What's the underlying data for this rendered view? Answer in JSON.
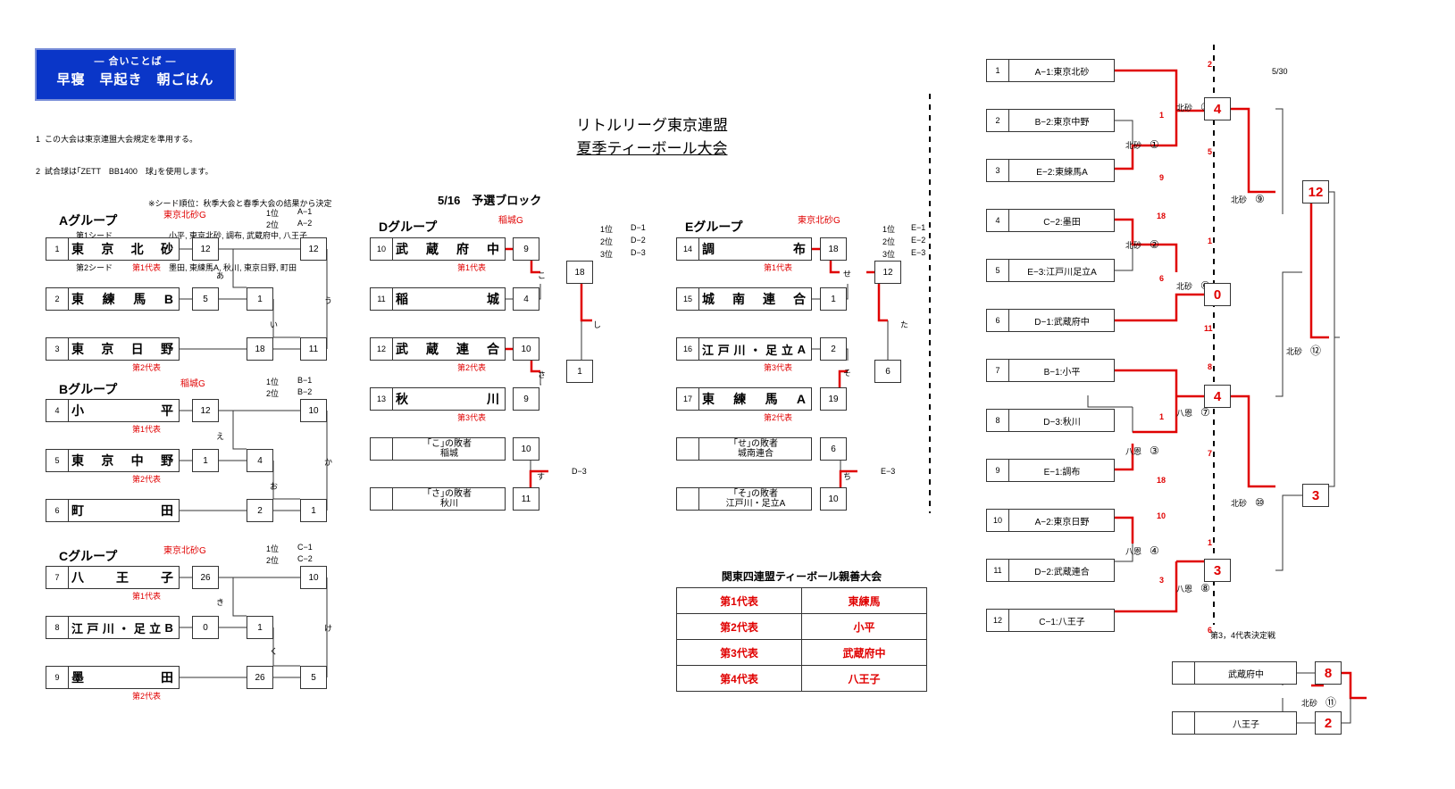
{
  "motto": {
    "small": "― 合いことば ―",
    "large": "早寝　早起き　朝ごはん"
  },
  "rules": [
    "1  この大会は東京連盟大会規定を準用する。",
    "2  試合球は｢ZETT　BB1400　球｣を使用します。",
    "　　　　　　　　　　　　　　※シード順位：秋季大会と春季大会の結果から決定",
    "　　　　　第1シード　　　　　　　小平, 東京北砂, 調布, 武蔵府中, 八王子",
    "　　　　　第2シード　　　　　　　墨田, 東練馬A, 秋川, 東京日野, 町田"
  ],
  "title": {
    "line1": "リトルリーグ東京連盟",
    "line2": "夏季ティーボール大会"
  },
  "block_title": "5/16　予選ブロック",
  "colors": {
    "accent_red": "#e00000",
    "motto_blue": "#0a36c8"
  },
  "groups": {
    "A": {
      "label": "Aグループ",
      "venue": "東京北砂G",
      "rank1": "1位",
      "rank2": "2位",
      "rank1v": "A−1",
      "rank2v": "A−2",
      "teams": [
        {
          "no": "1",
          "name": "東京北砂",
          "rep": "第1代表"
        },
        {
          "no": "2",
          "name": "東練馬B",
          "rep": ""
        },
        {
          "no": "3",
          "name": "東京日野",
          "rep": "第2代表"
        }
      ],
      "scores": [
        "12",
        "5",
        "1",
        "18",
        "12",
        "11"
      ],
      "games": [
        "あ",
        "い",
        "う"
      ]
    },
    "B": {
      "label": "Bグループ",
      "venue": "稲城G",
      "rank1": "1位",
      "rank2": "2位",
      "rank1v": "B−1",
      "rank2v": "B−2",
      "teams": [
        {
          "no": "4",
          "name": "小平",
          "rep": "第1代表"
        },
        {
          "no": "5",
          "name": "東京中野",
          "rep": "第2代表"
        },
        {
          "no": "6",
          "name": "町田",
          "rep": ""
        }
      ],
      "scores": [
        "12",
        "1",
        "4",
        "2",
        "10",
        "1"
      ],
      "games": [
        "え",
        "お",
        "か"
      ]
    },
    "C": {
      "label": "Cグループ",
      "venue": "東京北砂G",
      "rank1": "1位",
      "rank2": "2位",
      "rank1v": "C−1",
      "rank2v": "C−2",
      "teams": [
        {
          "no": "7",
          "name": "八王子",
          "rep": "第1代表"
        },
        {
          "no": "8",
          "name": "江戸川・足立B",
          "rep": ""
        },
        {
          "no": "9",
          "name": "墨田",
          "rep": "第2代表"
        }
      ],
      "scores": [
        "26",
        "0",
        "1",
        "26",
        "10",
        "5"
      ],
      "games": [
        "き",
        "く",
        "け"
      ]
    },
    "D": {
      "label": "Dグループ",
      "venue": "稲城G",
      "r1": "1位",
      "r2": "2位",
      "r3": "3位",
      "r1v": "D−1",
      "r2v": "D−2",
      "r3v": "D−3",
      "teams": [
        {
          "no": "10",
          "name": "武蔵府中",
          "rep": "第1代表"
        },
        {
          "no": "11",
          "name": "稲城",
          "rep": ""
        },
        {
          "no": "12",
          "name": "武蔵連合",
          "rep": "第2代表"
        },
        {
          "no": "13",
          "name": "秋川",
          "rep": "第3代表"
        }
      ],
      "scores": [
        "9",
        "4",
        "10",
        "9",
        "18",
        "1"
      ],
      "games": [
        "こ",
        "さ",
        "し"
      ],
      "loser1": {
        "l1": "｢こ｣の敗者",
        "l2": "稲城"
      },
      "loser2": {
        "l1": "｢さ｣の敗者",
        "l2": "秋川"
      },
      "loser_scores": [
        "10",
        "11"
      ],
      "loser_game": "す",
      "loser_result": "D−3"
    },
    "E": {
      "label": "Eグループ",
      "venue": "東京北砂G",
      "r1": "1位",
      "r2": "2位",
      "r3": "3位",
      "r1v": "E−1",
      "r2v": "E−2",
      "r3v": "E−3",
      "teams": [
        {
          "no": "14",
          "name": "調布",
          "rep": "第1代表"
        },
        {
          "no": "15",
          "name": "城南連合",
          "rep": ""
        },
        {
          "no": "16",
          "name": "江戸川・足立A",
          "rep": "第3代表"
        },
        {
          "no": "17",
          "name": "東練馬A",
          "rep": "第2代表"
        }
      ],
      "scores": [
        "18",
        "1",
        "2",
        "19",
        "12",
        "6"
      ],
      "games": [
        "せ",
        "そ",
        "た"
      ],
      "loser1": {
        "l1": "｢せ｣の敗者",
        "l2": "城南連合"
      },
      "loser2": {
        "l1": "｢そ｣の敗者",
        "l2": "江戸川・足立A"
      },
      "loser_scores": [
        "6",
        "10"
      ],
      "loser_game": "ち",
      "loser_result": "E−3"
    }
  },
  "kanto": {
    "title": "関東四連盟ティーボール親善大会",
    "rows": [
      {
        "rep": "第1代表",
        "team": "東練馬"
      },
      {
        "rep": "第2代表",
        "team": "小平"
      },
      {
        "rep": "第3代表",
        "team": "武蔵府中"
      },
      {
        "rep": "第4代表",
        "team": "八王子"
      }
    ]
  },
  "final": {
    "date": "5/30",
    "teams": [
      {
        "no": "1",
        "name": "A−1:東京北砂"
      },
      {
        "no": "2",
        "name": "B−2:東京中野"
      },
      {
        "no": "3",
        "name": "E−2:東練馬A"
      },
      {
        "no": "4",
        "name": "C−2:墨田"
      },
      {
        "no": "5",
        "name": "E−3:江戸川足立A"
      },
      {
        "no": "6",
        "name": "D−1:武蔵府中"
      },
      {
        "no": "7",
        "name": "B−1:小平"
      },
      {
        "no": "8",
        "name": "D−3:秋川"
      },
      {
        "no": "9",
        "name": "E−1:調布"
      },
      {
        "no": "10",
        "name": "A−2:東京日野"
      },
      {
        "no": "11",
        "name": "D−2:武蔵連合"
      },
      {
        "no": "12",
        "name": "C−1:八王子"
      }
    ],
    "r1_scores": [
      "2",
      "1",
      "5",
      "9",
      "18",
      "1",
      "6",
      "11",
      "8",
      "1",
      "7",
      "18",
      "10",
      "1",
      "3",
      "6"
    ],
    "r1_games": [
      {
        "venue": "北砂",
        "no": "⑤"
      },
      {
        "venue": "北砂",
        "no": "①"
      },
      {
        "venue": "北砂",
        "no": "②"
      },
      {
        "venue": "北砂",
        "no": "⑥"
      },
      {
        "venue": "八恩",
        "no": "⑦"
      },
      {
        "venue": "八恩",
        "no": "③"
      },
      {
        "venue": "八恩",
        "no": "④"
      },
      {
        "venue": "八恩",
        "no": "⑧"
      }
    ],
    "sf_scores": [
      "4",
      "0",
      "4",
      "3"
    ],
    "sf_games": [
      {
        "venue": "北砂",
        "no": "⑨"
      },
      {
        "venue": "北砂",
        "no": "⑩"
      }
    ],
    "f_scores": [
      "12",
      "3"
    ],
    "f_game": {
      "venue": "北砂",
      "no": "⑫"
    },
    "third_title": "第3，4代表決定戦",
    "third_teams": [
      "武蔵府中",
      "八王子"
    ],
    "third_scores": [
      "8",
      "2"
    ],
    "third_game": {
      "venue": "北砂",
      "no": "⑪"
    }
  }
}
